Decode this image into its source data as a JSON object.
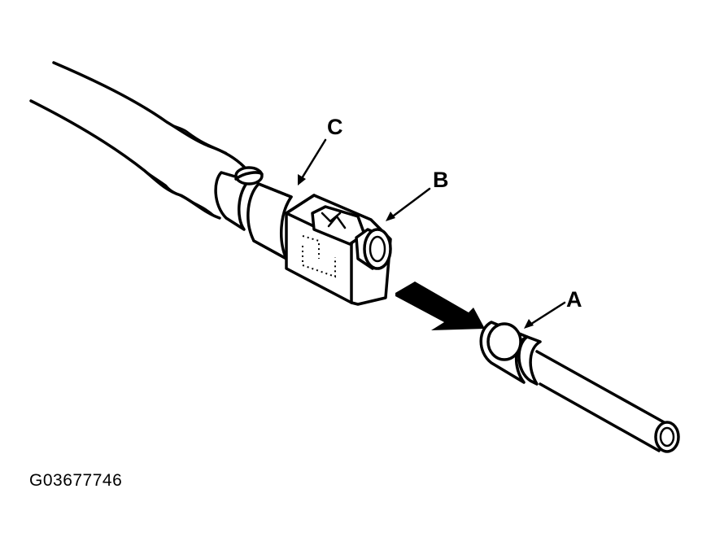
{
  "figure": {
    "id_label": "G03677746",
    "callouts": {
      "a": "A",
      "b": "B",
      "c": "C"
    },
    "colors": {
      "line": "#000000",
      "background": "#ffffff"
    }
  }
}
